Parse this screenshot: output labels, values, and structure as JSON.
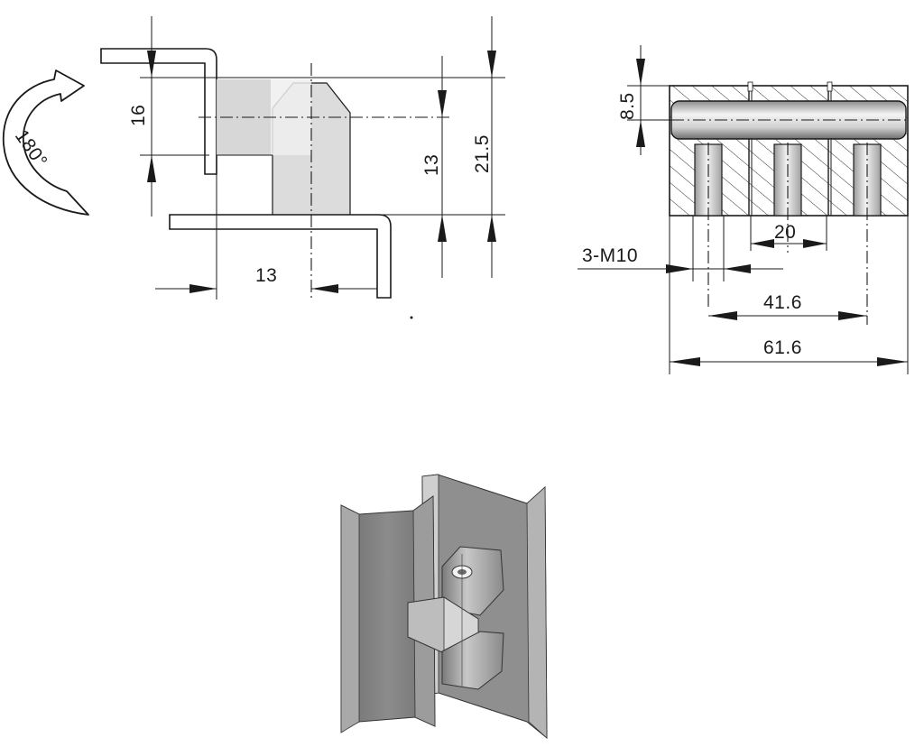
{
  "side_view": {
    "rotation_label": "180°",
    "dim_height_upper": "16",
    "dim_knuckle_height": "13",
    "dim_total_height": "21.5",
    "dim_offset": "13"
  },
  "section_view": {
    "dim_leaf_thickness": "8.5",
    "dim_hole_spacing": "20",
    "dim_thread": "3-M10",
    "dim_outer_holes": "41.6",
    "dim_total_length": "61.6"
  },
  "colors": {
    "line": "#1a1a1a",
    "shade_light": "#d6d6d6",
    "shade_mid": "#a8a8a8",
    "shade_dark": "#7a7a7a"
  },
  "icons": {
    "rotation": "curved-rotation-arrow-icon"
  }
}
